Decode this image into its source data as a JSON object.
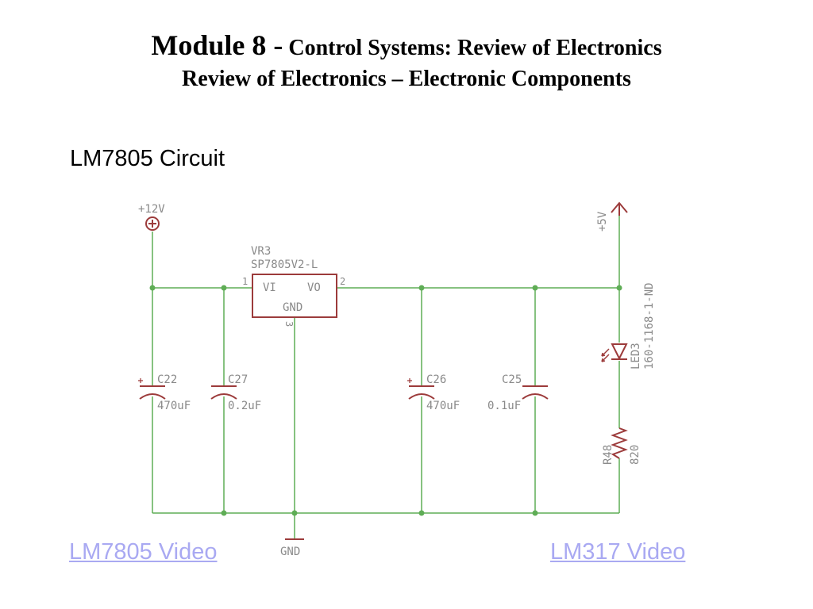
{
  "header": {
    "module": "Module 8 -",
    "title_rest": " Control Systems: Review of Electronics",
    "subtitle": "Review of Electronics – Electronic Components"
  },
  "section_title": "LM7805 Circuit",
  "schematic": {
    "input_supply": "+12V",
    "output_supply": "+5V",
    "regulator": {
      "ref": "VR3",
      "part": "SP7805V2-L",
      "pin_in": "VI",
      "pin_out": "VO",
      "pin_gnd": "GND",
      "pin1": "1",
      "pin2": "2",
      "pin3": "3"
    },
    "capacitors": [
      {
        "ref": "C22",
        "value": "470uF"
      },
      {
        "ref": "C27",
        "value": "0.2uF"
      },
      {
        "ref": "C26",
        "value": "470uF"
      },
      {
        "ref": "C25",
        "value": "0.1uF"
      }
    ],
    "led": {
      "ref": "LED3",
      "part": "160-1168-1-ND"
    },
    "resistor": {
      "ref": "R48",
      "value": "820"
    },
    "ground": "GND"
  },
  "links": {
    "left": "LM7805 Video",
    "right": "LM317 Video"
  },
  "colors": {
    "wire": "#5fad56",
    "component": "#9c3b3b",
    "label": "#8a8a8a",
    "link": "#a9a9f2"
  }
}
